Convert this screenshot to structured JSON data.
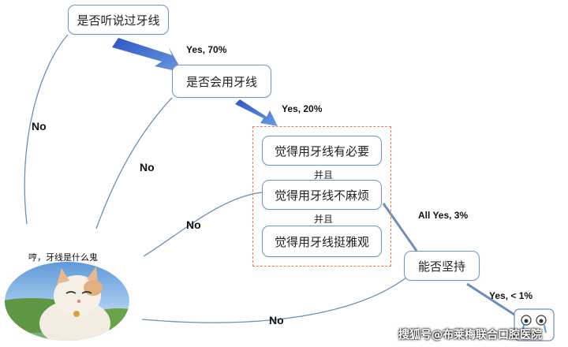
{
  "nodes": {
    "heard_of_floss": "是否听说过牙线",
    "can_use_floss": "是否会用牙线",
    "necessary": "觉得用牙线有必要",
    "not_troublesome": "觉得用牙线不麻烦",
    "fashionable": "觉得用牙线挺雅观",
    "persist": "能否坚持"
  },
  "connectors": {
    "and1": "并且",
    "and2": "并且"
  },
  "edges": {
    "yes70": "Yes, 70%",
    "yes20": "Yes, 20%",
    "allyes": "All Yes, 3%",
    "yes1": "Yes, < 1%",
    "no1": "No",
    "no2": "No",
    "no3": "No",
    "no4": "No"
  },
  "caption": "哼，牙线是什么鬼",
  "watermark": "搜狐号@布莱梅联合口腔医院",
  "colors": {
    "node_border": "#6f95c8",
    "arrow_fill": "#3f66c9",
    "dashed_border": "#f07a4a",
    "line": "#6b8fba"
  },
  "icons": {
    "cat_photo": "smiling-cat-photo",
    "crying_face": "crying-face-icon"
  }
}
